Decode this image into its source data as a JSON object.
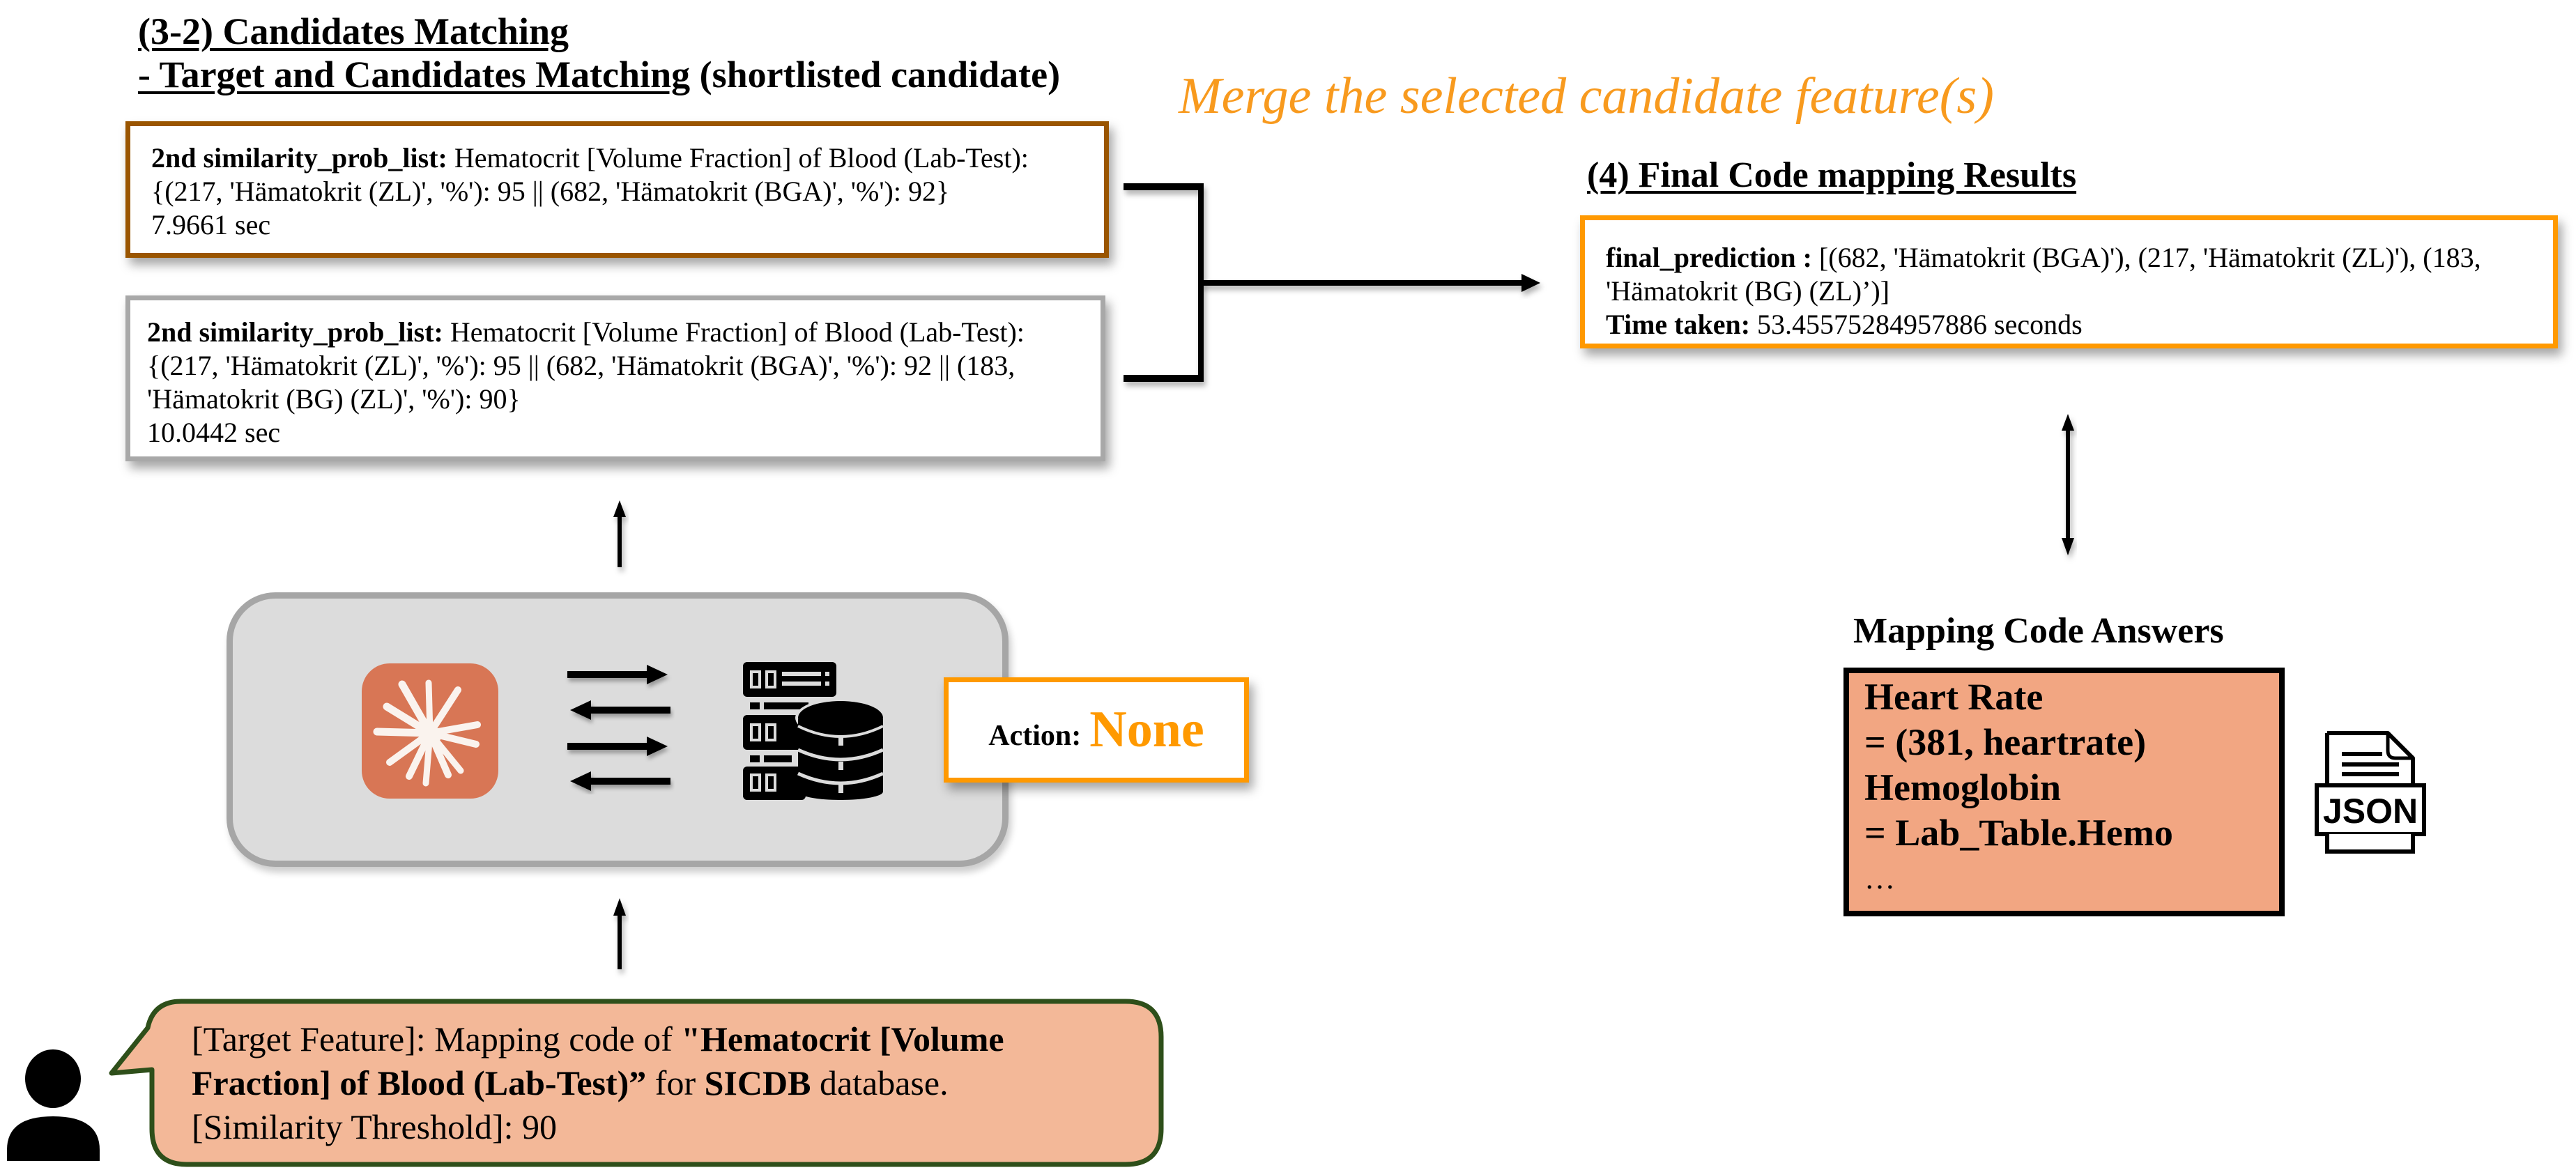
{
  "section_3_2": {
    "title_line1": "(3-2) Candidates Matching",
    "title_line2_underlined": "- Target and Candidates Matching",
    "title_line2_rest": " (shortlisted candidate)"
  },
  "candidate_boxes": [
    {
      "label": "2nd similarity_prob_list:",
      "target": " Hematocrit [Volume Fraction] of Blood (Lab-Test):",
      "lines": [
        "{(217, 'Hämatokrit (ZL)', '%'): 95 || (682, 'Hämatokrit (BGA)', '%'): 92}"
      ],
      "time": "7.9661 sec",
      "border_color": "#9A5500"
    },
    {
      "label": "2nd similarity_prob_list:",
      "target": " Hematocrit [Volume Fraction] of Blood (Lab-Test):",
      "lines": [
        "{(217, 'Hämatokrit (ZL)', '%'): 95 || (682, 'Hämatokrit (BGA)', '%'): 92 || (183,",
        "'Hämatokrit (BG) (ZL)', '%'): 90}"
      ],
      "time": "10.0442 sec",
      "border_color": "#A8A8A8"
    }
  ],
  "merge_label": "Merge the selected candidate feature(s)",
  "final_results": {
    "title": "(4) Final Code mapping Results",
    "prediction_label": "final_prediction :",
    "prediction_line1": " [(682, 'Hämatokrit (BGA)'), (217, 'Hämatokrit (ZL)'), (183,",
    "prediction_line2": "'Hämatokrit (BG) (ZL)’)]",
    "time_label": "Time taken:",
    "time_value": " 53.45575284957886 seconds"
  },
  "agent_panel": {
    "llm_icon": "claude-starburst-icon",
    "db_icon": "server-database-icon",
    "arrows": [
      "right",
      "left",
      "right",
      "left"
    ],
    "action_label": "Action:",
    "action_value": "None"
  },
  "answers": {
    "title": "Mapping Code Answers",
    "lines": [
      "Heart Rate",
      "= (381, heartrate)",
      "Hemoglobin",
      "= Lab_Table.Hemo"
    ],
    "ellipsis": "…",
    "file_icon_label": "JSON"
  },
  "user_request": {
    "line1_plain": "[Target Feature]: Mapping code of ",
    "line1_bold": "\"Hematocrit [Volume",
    "line2_bold": "Fraction] of Blood (Lab-Test)”",
    "line2_plain": " for ",
    "line2_db": "SICDB",
    "line2_end": " database.",
    "line3": "[Similarity Threshold]: 90"
  },
  "colors": {
    "accent_orange": "#FF9900",
    "merge_text": "#F89A1E",
    "bubble_fill": "#F3B898",
    "bubble_border": "#2E4F1A",
    "answers_fill": "#F2A682",
    "claude_orange": "#D87655",
    "panel_gray": "#DCDCDC"
  }
}
